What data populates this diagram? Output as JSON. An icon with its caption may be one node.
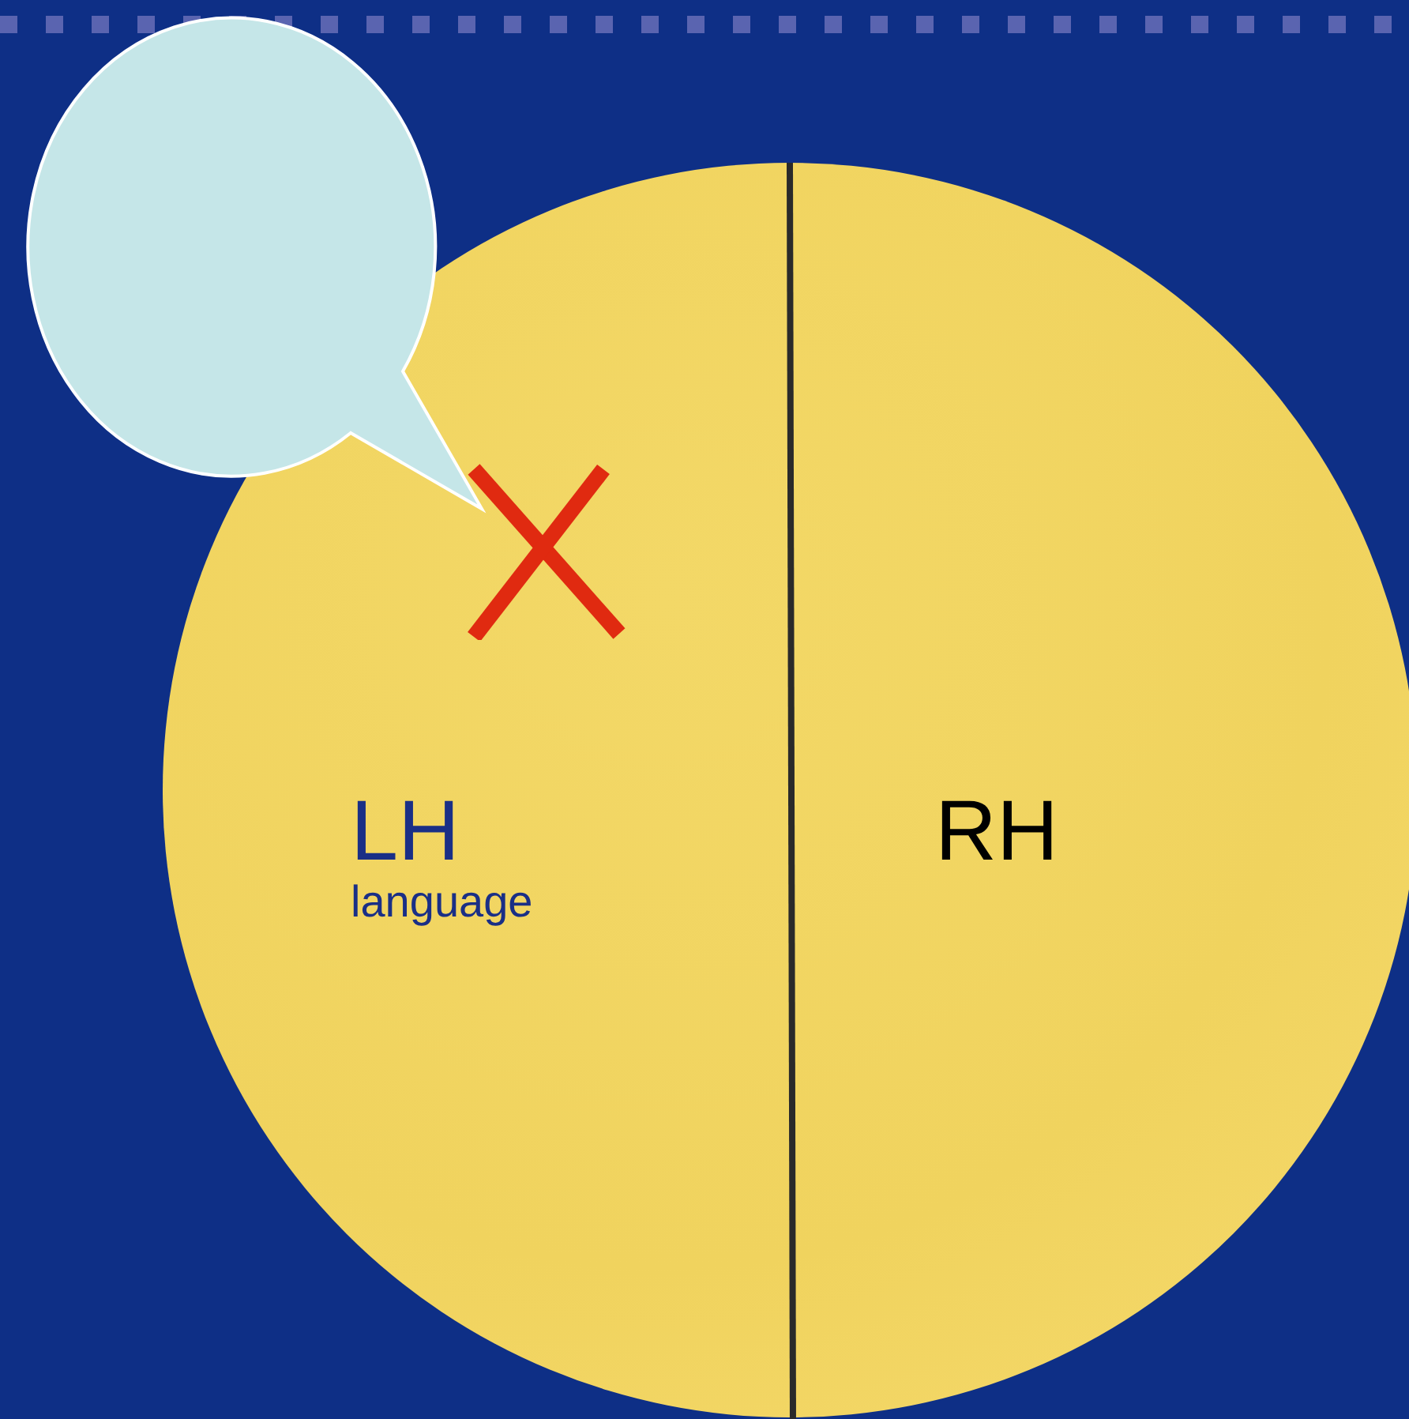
{
  "diagram": {
    "nodes": [
      {
        "text": [],
        "shape": "circle"
      },
      {
        "text": [
          "LH",
          "language"
        ],
        "in": 0
      },
      {
        "text": [
          "RH"
        ],
        "in": 0
      },
      {
        "text": [],
        "shape": "bubble"
      }
    ]
  }
}
